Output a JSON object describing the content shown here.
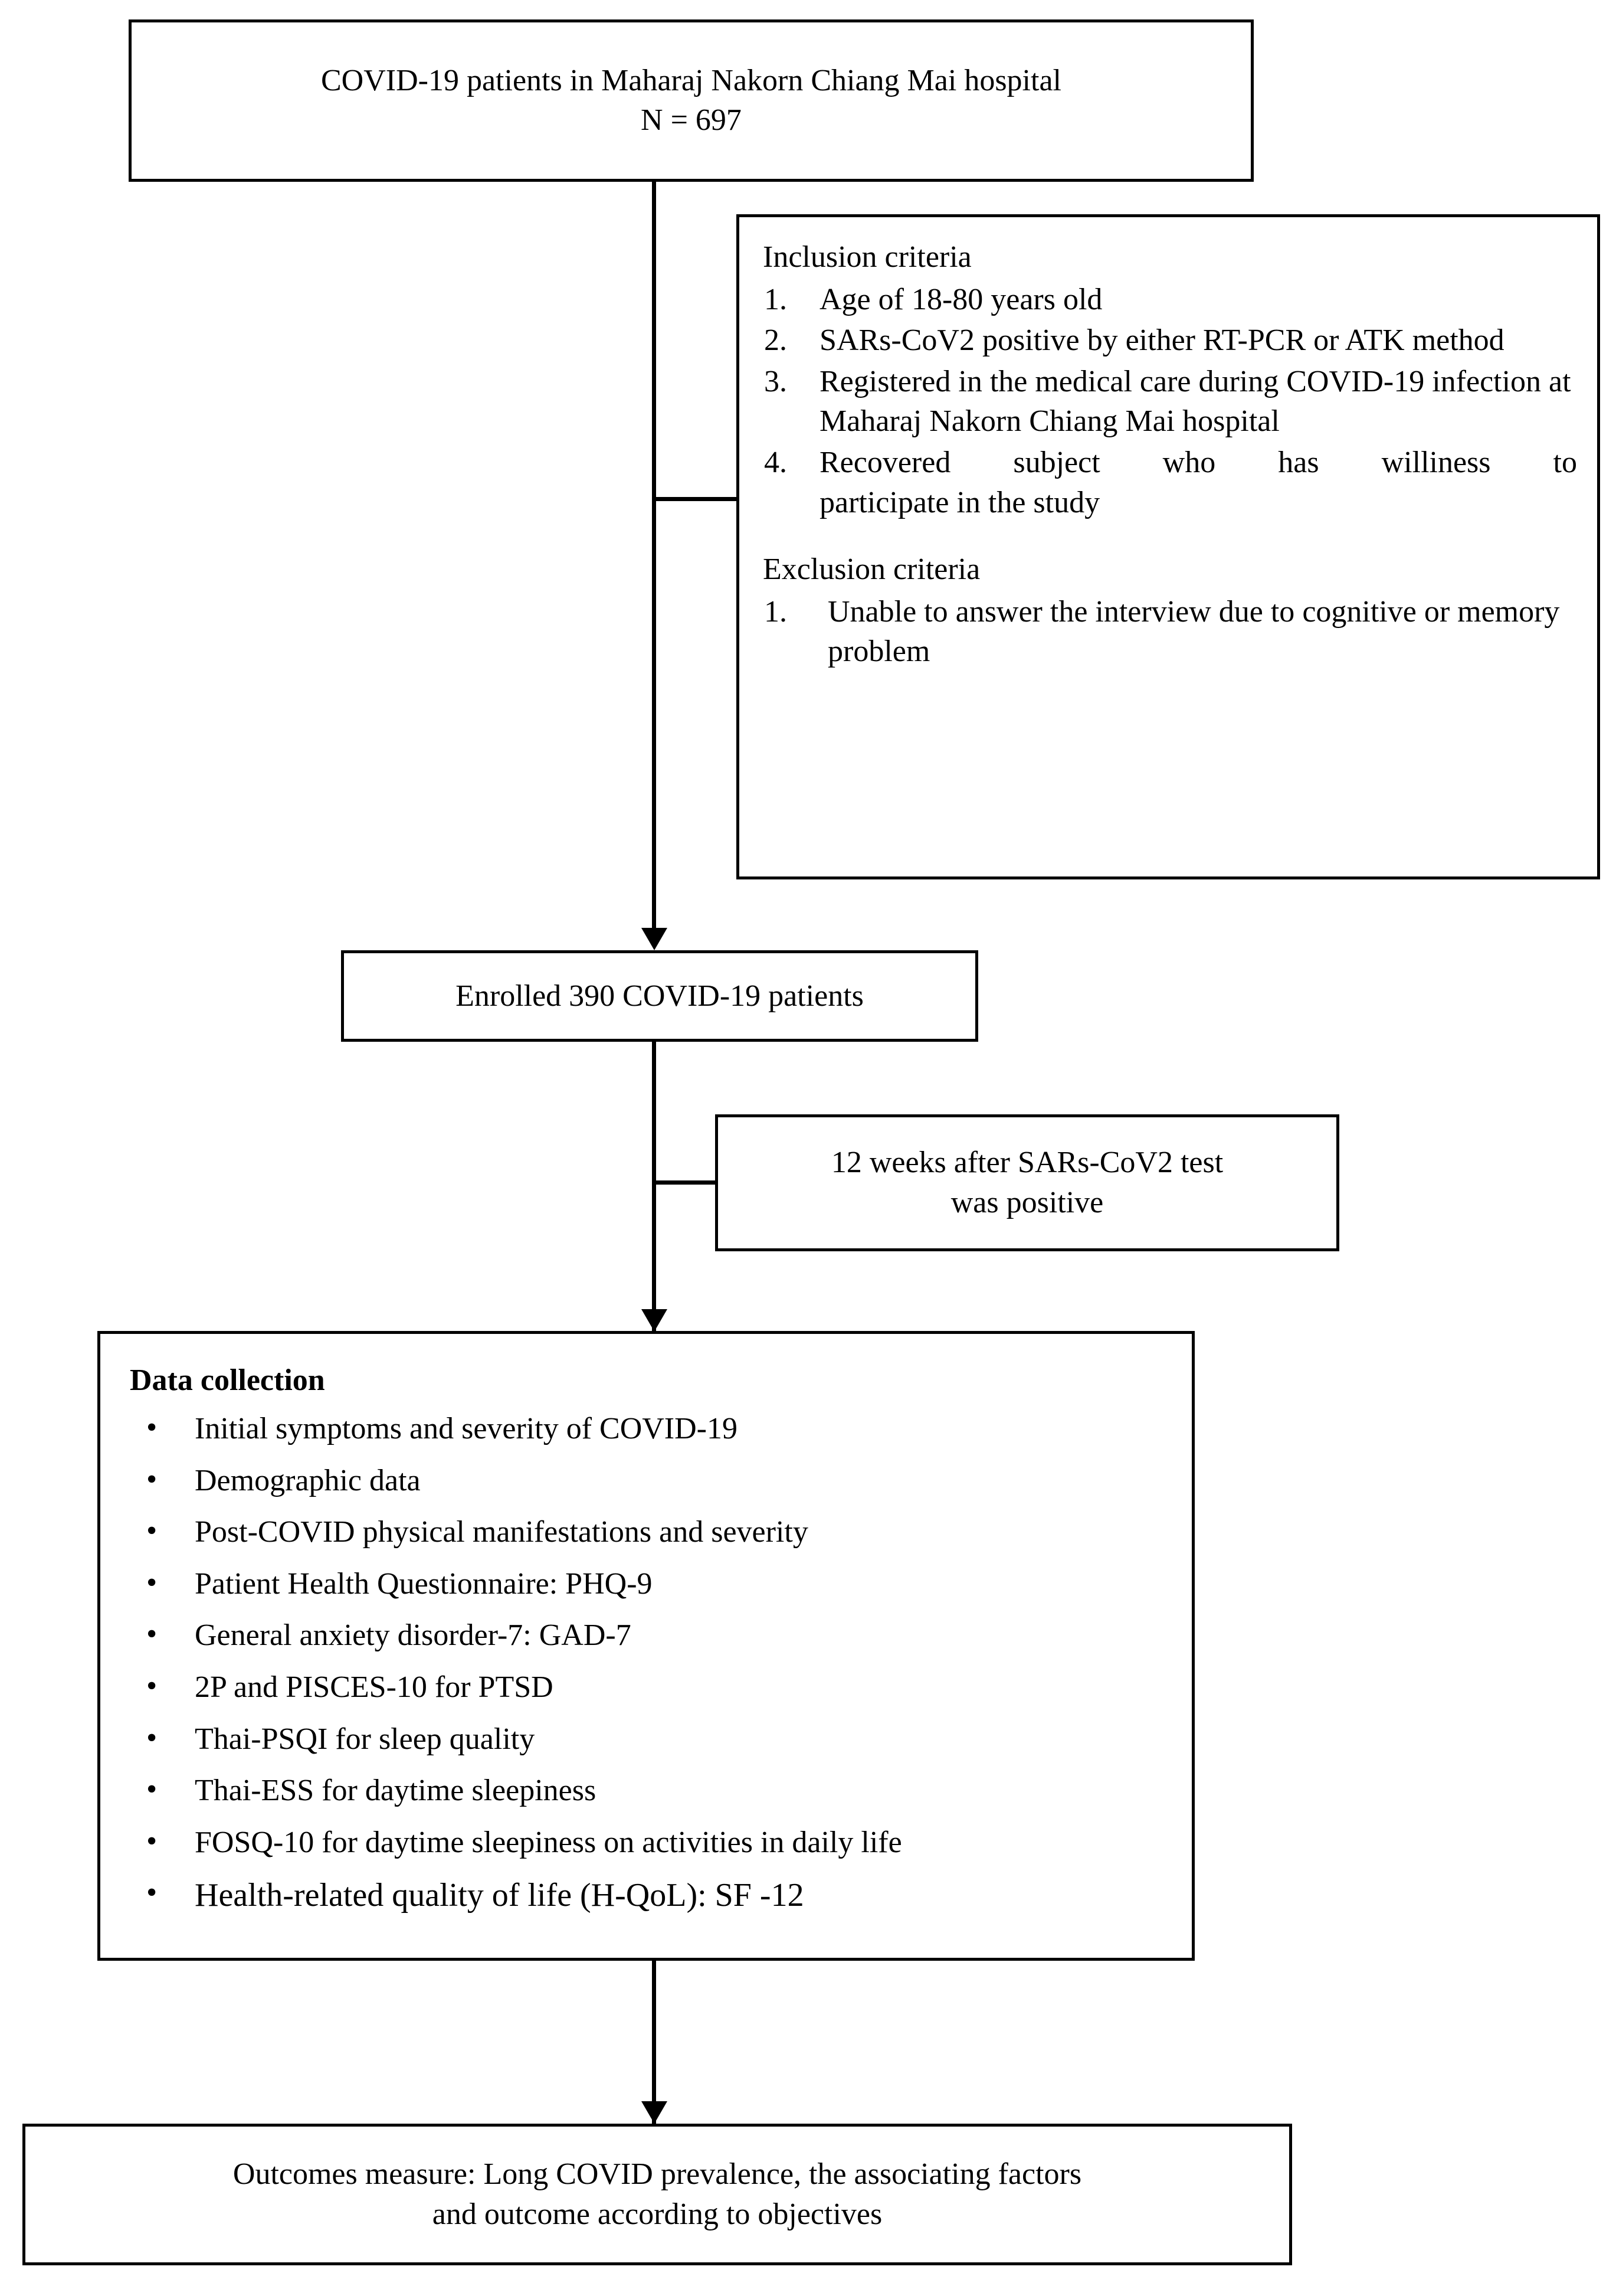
{
  "flowchart": {
    "title": "COVID-19 study enrollment flowchart",
    "nodes": {
      "source": {
        "line1": "COVID-19 patients in Maharaj Nakorn Chiang Mai hospital",
        "line2": "N = 697"
      },
      "criteria": {
        "inclusion_heading": "Inclusion criteria",
        "inclusion_items": [
          {
            "num": "1.",
            "text": "Age of 18-80 years old"
          },
          {
            "num": "2.",
            "line1": "SARs-CoV2 positive by either RT-PCR or",
            "line2": "ATK method"
          },
          {
            "num": "3.",
            "line1": "Registered in the medical care during",
            "line2": "COVID-19 infection at Maharaj Nakorn",
            "line3": "Chiang Mai hospital"
          },
          {
            "num": "4.",
            "line1": "Recovered subject who has williness to",
            "line2": "participate in the study"
          }
        ],
        "exclusion_heading": "Exclusion criteria",
        "exclusion_items": [
          {
            "num": "1.",
            "line1": "Unable to answer the interview due to",
            "line2": "cognitive or memory problem"
          }
        ]
      },
      "enrolled": {
        "text": "Enrolled 390 COVID-19 patients"
      },
      "followup": {
        "line1": "12 weeks after SARs-CoV2 test",
        "line2": "was positive"
      },
      "data_collection": {
        "heading": "Data collection",
        "bullet": "•",
        "items": [
          "Initial symptoms and severity of COVID-19",
          "Demographic data",
          "Post-COVID physical manifestations and severity",
          "Patient Health Questionnaire: PHQ-9",
          "General anxiety disorder-7: GAD-7",
          "2P and PISCES-10 for PTSD",
          "Thai-PSQI for sleep quality",
          "Thai-ESS for daytime sleepiness",
          "FOSQ-10 for daytime sleepiness on activities in daily life",
          "Health-related quality of life (H-QoL): SF -12"
        ]
      },
      "outcome": {
        "line1": "Outcomes measure: Long COVID prevalence, the associating factors",
        "line2": "and outcome according to objectives"
      }
    },
    "counts": {
      "screened": "697",
      "enrolled": "390",
      "followup_weeks": "12"
    },
    "colors": {
      "stroke": "#000000",
      "background": "#ffffff"
    }
  }
}
